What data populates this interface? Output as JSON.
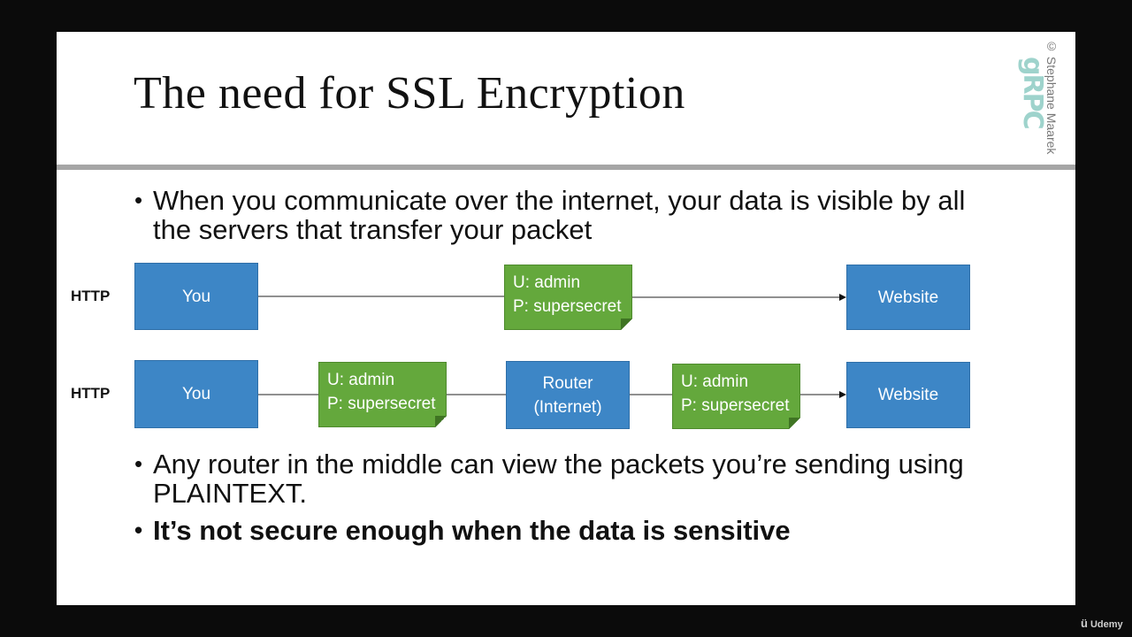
{
  "slide": {
    "title": "The need for SSL Encryption",
    "copyright": "© Stephane Maarek",
    "logo": "gRPC",
    "bullets": [
      {
        "line1": "When you communicate over the internet, your data is visible by all",
        "line2": "the servers that transfer your packet"
      },
      {
        "line1": "Any router in the middle can view the packets you’re sending using",
        "line2": "PLAINTEXT."
      },
      {
        "line1": "It’s not secure enough when the data is sensitive"
      }
    ],
    "bullet_char": "•"
  },
  "diagram": {
    "row1": {
      "label": "HTTP",
      "source": "You",
      "packet": {
        "user": "U: admin",
        "pass": "P: supersecret"
      },
      "target": "Website"
    },
    "row2": {
      "label": "HTTP",
      "source": "You",
      "packet1": {
        "user": "U: admin",
        "pass": "P: supersecret"
      },
      "router_line1": "Router",
      "router_line2": "(Internet)",
      "packet2": {
        "user": "U: admin",
        "pass": "P: supersecret"
      },
      "target": "Website"
    },
    "colors": {
      "endpoint_box": "#3d86c6",
      "packet_note": "#64a83c"
    }
  },
  "watermark": {
    "icon": "udemy-logo-icon",
    "text": "Udemy"
  }
}
